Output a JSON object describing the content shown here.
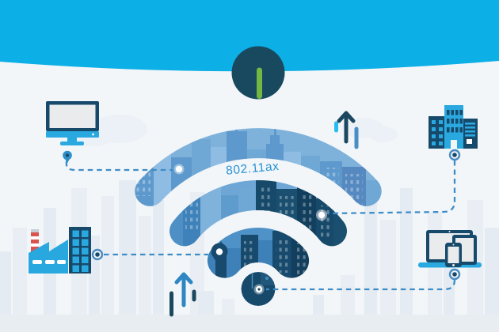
{
  "wifi": {
    "label": "802.11ax",
    "label_color": "#2992D4",
    "dot_color": "#17496B",
    "arc_colors": [
      "#7FB2DB",
      "#6EA7D6",
      "#4E92C8"
    ]
  },
  "header": {
    "band_color": "#0CAFE6"
  },
  "power_indicator": {
    "circle_color": "#19495F",
    "bar_color": "#74B843"
  },
  "endpoints": [
    {
      "id": "desktop-monitor",
      "position": "top-left"
    },
    {
      "id": "office-buildings",
      "position": "top-right"
    },
    {
      "id": "factory-buildings",
      "position": "bottom-left"
    },
    {
      "id": "laptop-tablet-phone",
      "position": "bottom-right"
    }
  ],
  "arrows": [
    {
      "position": "upper-center-right",
      "direction": "up"
    },
    {
      "position": "lower-left-center",
      "direction": "up"
    }
  ],
  "connector_style": {
    "dash_color": "#3E8CC7"
  },
  "background": {
    "color": "#F2F6F9",
    "skyline_color": "#E4EBF2"
  }
}
